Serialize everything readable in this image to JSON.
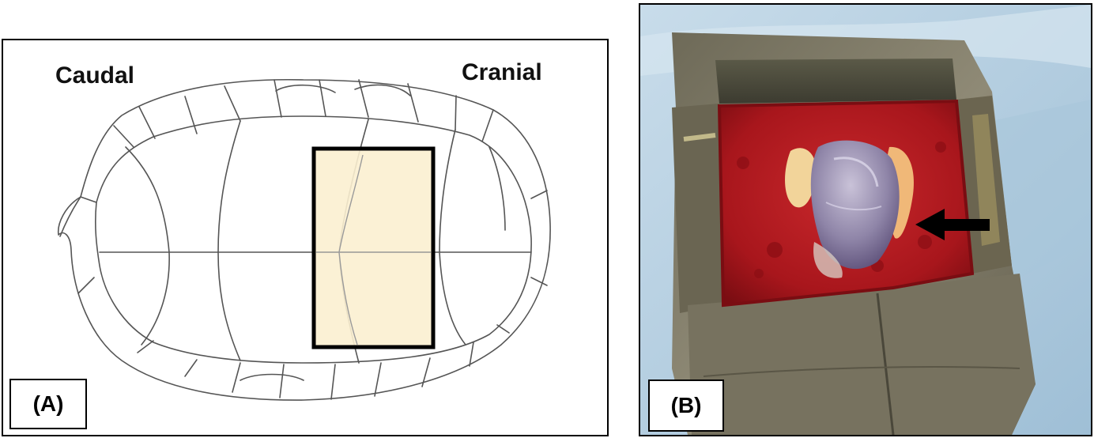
{
  "figure": {
    "panel_a": {
      "tag": "(A)",
      "left_label": "Caudal",
      "right_label": "Cranial",
      "illustration": "turtle-plastron-drawing",
      "highlight_color": "#fbf0d0"
    },
    "panel_b": {
      "tag": "(B)",
      "photo": "surgical-plastron-window-photo",
      "arrow": "arrow-pointing-left"
    }
  }
}
